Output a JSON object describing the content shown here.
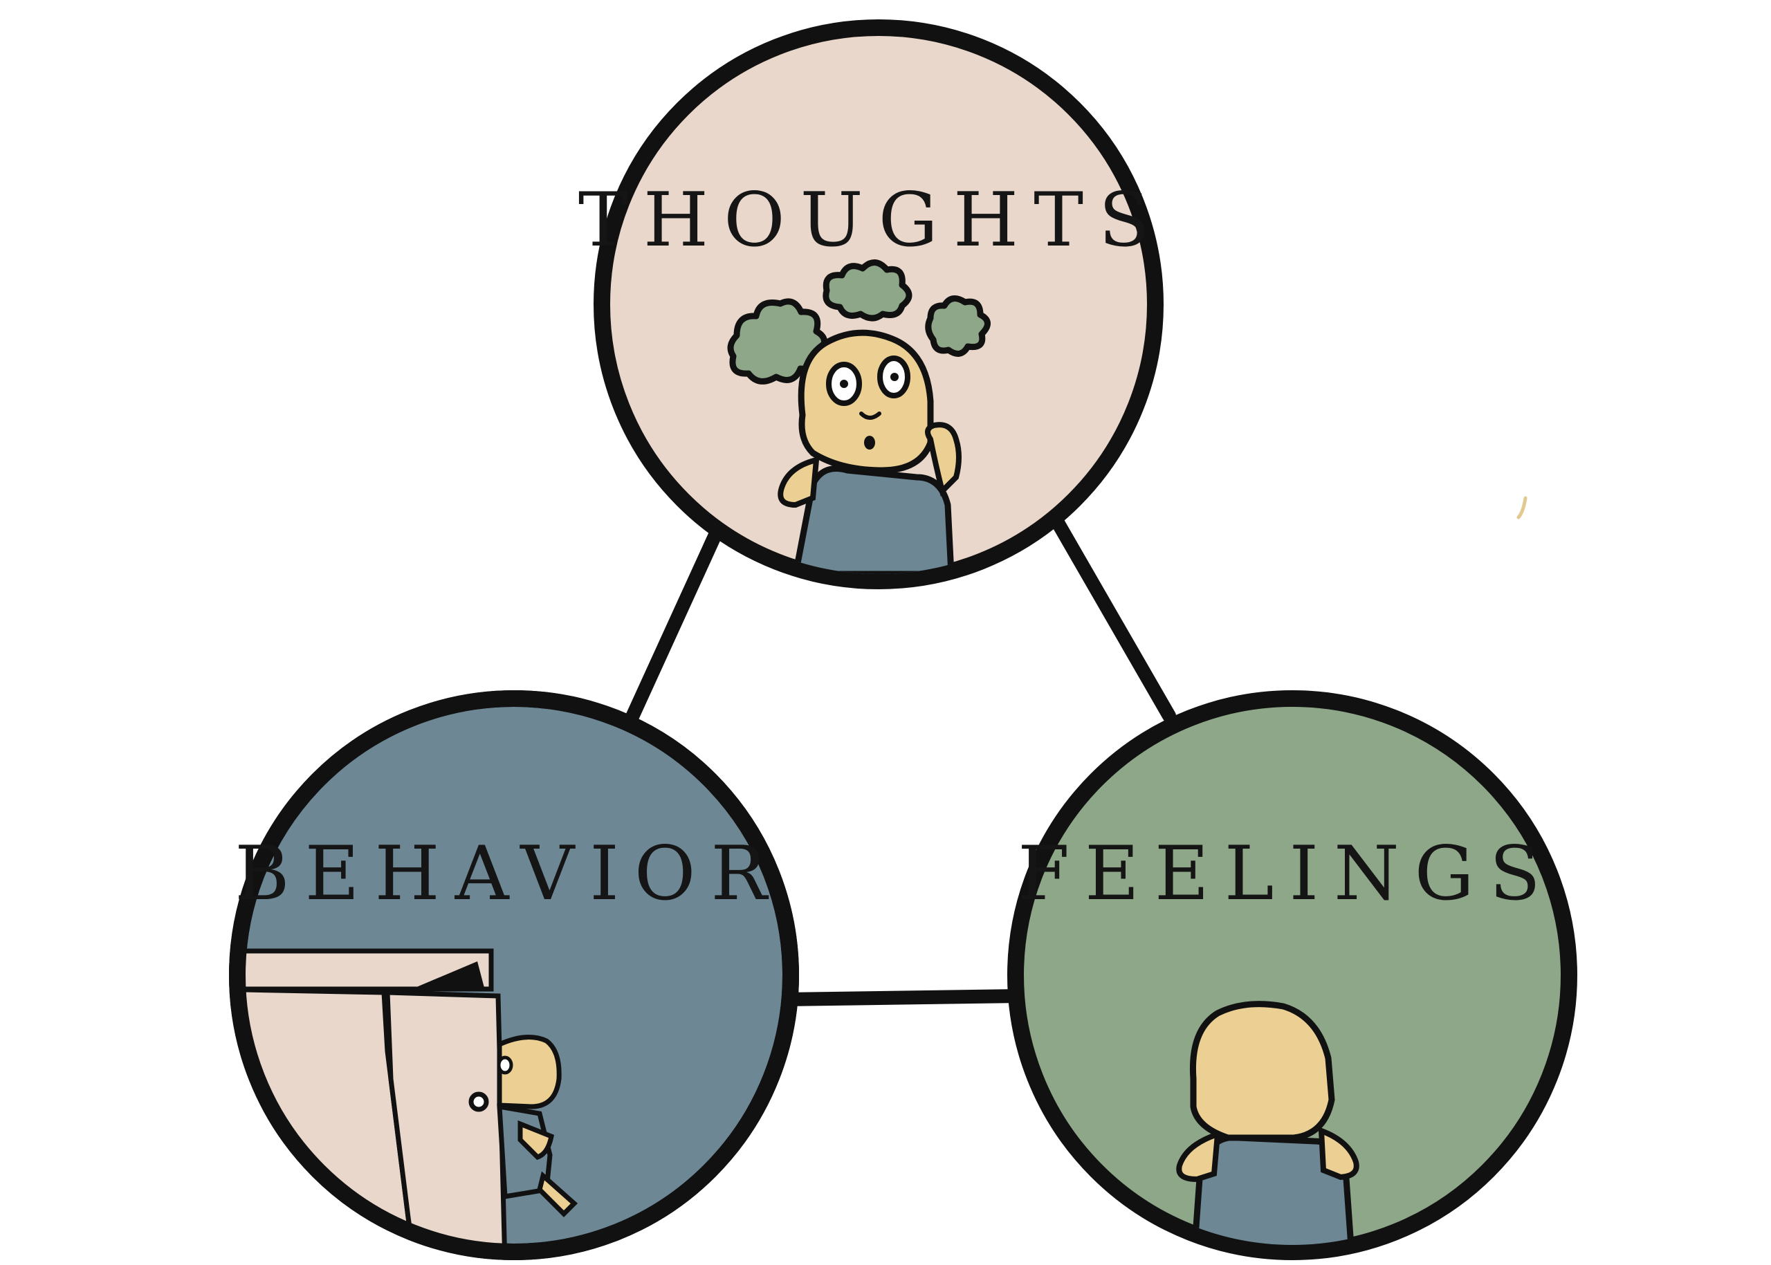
{
  "nodes": {
    "thoughts": {
      "label": "THOUGHTS",
      "color": "#e8d7ca"
    },
    "behavior": {
      "label": "BEHAVIOR",
      "color": "#6e8795"
    },
    "feelings": {
      "label": "FEELINGS",
      "color": "#8ea789"
    }
  },
  "palette": {
    "outline": "#111111",
    "skin": "#ebcf93",
    "shirt": "#6e8795",
    "thought_cloud": "#8ea789",
    "door": "#e8d7ca"
  }
}
